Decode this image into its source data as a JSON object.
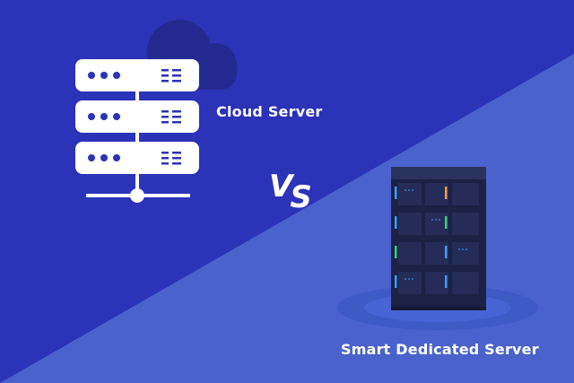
{
  "labels": {
    "cloud_server": "Cloud Server",
    "versus_v": "V",
    "versus_s": "S",
    "smart_dedicated_server": "Smart Dedicated Server"
  },
  "colors": {
    "background_dark": "#2b33b8",
    "background_light": "#4a63cc",
    "cloud": "#232a8f",
    "server_white": "#ffffff",
    "dots": "#2b33b8",
    "rack_body": "#1c2246",
    "rack_top": "#2a335e",
    "rack_shadow": "#3e5ac4",
    "led_blue": "#3aa0ff",
    "led_orange": "#ff9a3a",
    "led_green": "#36d27a"
  },
  "icons": {
    "cloud_server": "cloud-server-stack-icon",
    "dedicated_server": "dedicated-server-rack-icon"
  }
}
